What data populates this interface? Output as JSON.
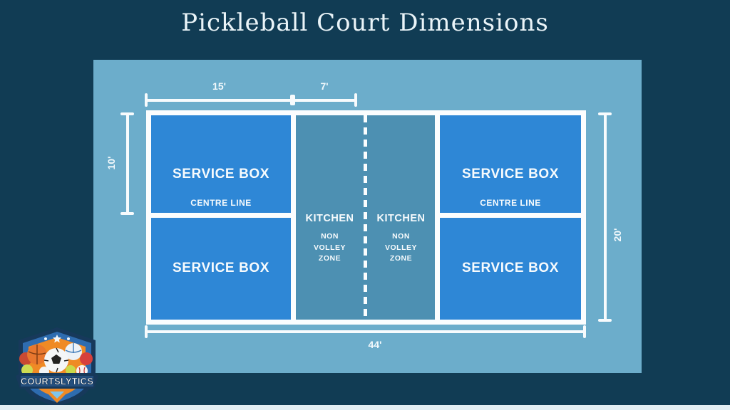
{
  "title": "Pickleball Court Dimensions",
  "colors": {
    "background": "#113C54",
    "panel": "#6CADCB",
    "service_box": "#2E87D6",
    "kitchen": "#4D90B2",
    "court_line": "#FBFDFE",
    "title_text": "#EAF4F8",
    "bottom_strip": "#E3EEF3"
  },
  "dimensions": {
    "service_box_width": "15'",
    "kitchen_width": "7'",
    "half_court_height": "10'",
    "court_height": "20'",
    "court_length": "44'"
  },
  "labels": {
    "service_box": "SERVICE BOX",
    "centre_line": "CENTRE LINE",
    "kitchen": "KITCHEN",
    "non_volley_zone": [
      "NON",
      "VOLLEY",
      "ZONE"
    ]
  },
  "logo": {
    "text": "COURTSLYTICS"
  }
}
